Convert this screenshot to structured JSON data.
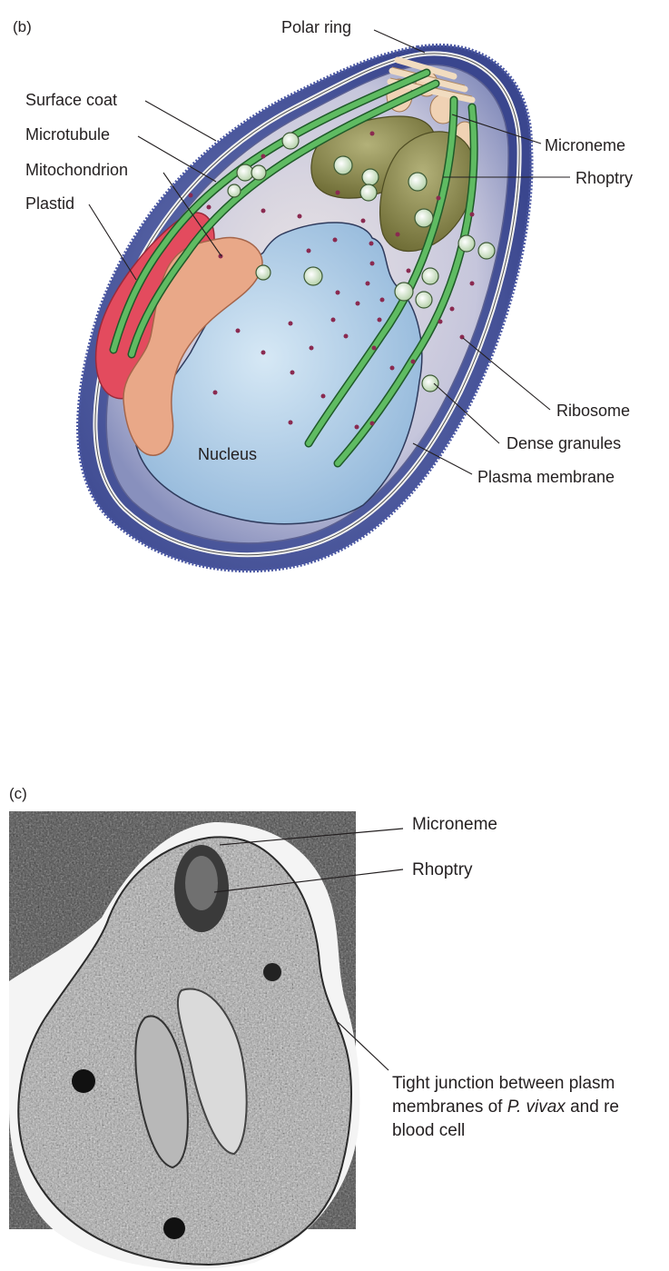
{
  "panel_b": {
    "letter": "(b)",
    "labels": {
      "polar_ring": "Polar ring",
      "surface_coat": "Surface coat",
      "microtubule": "Microtubule",
      "mitochondrion": "Mitochondrion",
      "plastid": "Plastid",
      "microneme": "Microneme",
      "rhoptry": "Rhoptry",
      "ribosome": "Ribosome",
      "dense_granules": "Dense granules",
      "plasma_membrane": "Plasma membrane",
      "nucleus": "Nucleus"
    },
    "colors": {
      "surface_coat": "#4a58a0",
      "cytoplasm": "#cfd6e6",
      "nucleus": "#b7d4ea",
      "microtubule": "#3fa14a",
      "plastid": "#e0485a",
      "mitochondrion": "#e8a384",
      "rhoptry": "#8c8a4e",
      "ribosome": "#8b2a4e",
      "dense_granule": "#dcebd5"
    }
  },
  "panel_c": {
    "letter": "(c)",
    "labels": {
      "microneme": "Microneme",
      "rhoptry": "Rhoptry"
    },
    "caption": {
      "line1": "Tight junction between plasm",
      "line2_a": "membranes of ",
      "line2_species": "P. vivax",
      "line2_b": " and re",
      "line3": "blood cell"
    }
  }
}
